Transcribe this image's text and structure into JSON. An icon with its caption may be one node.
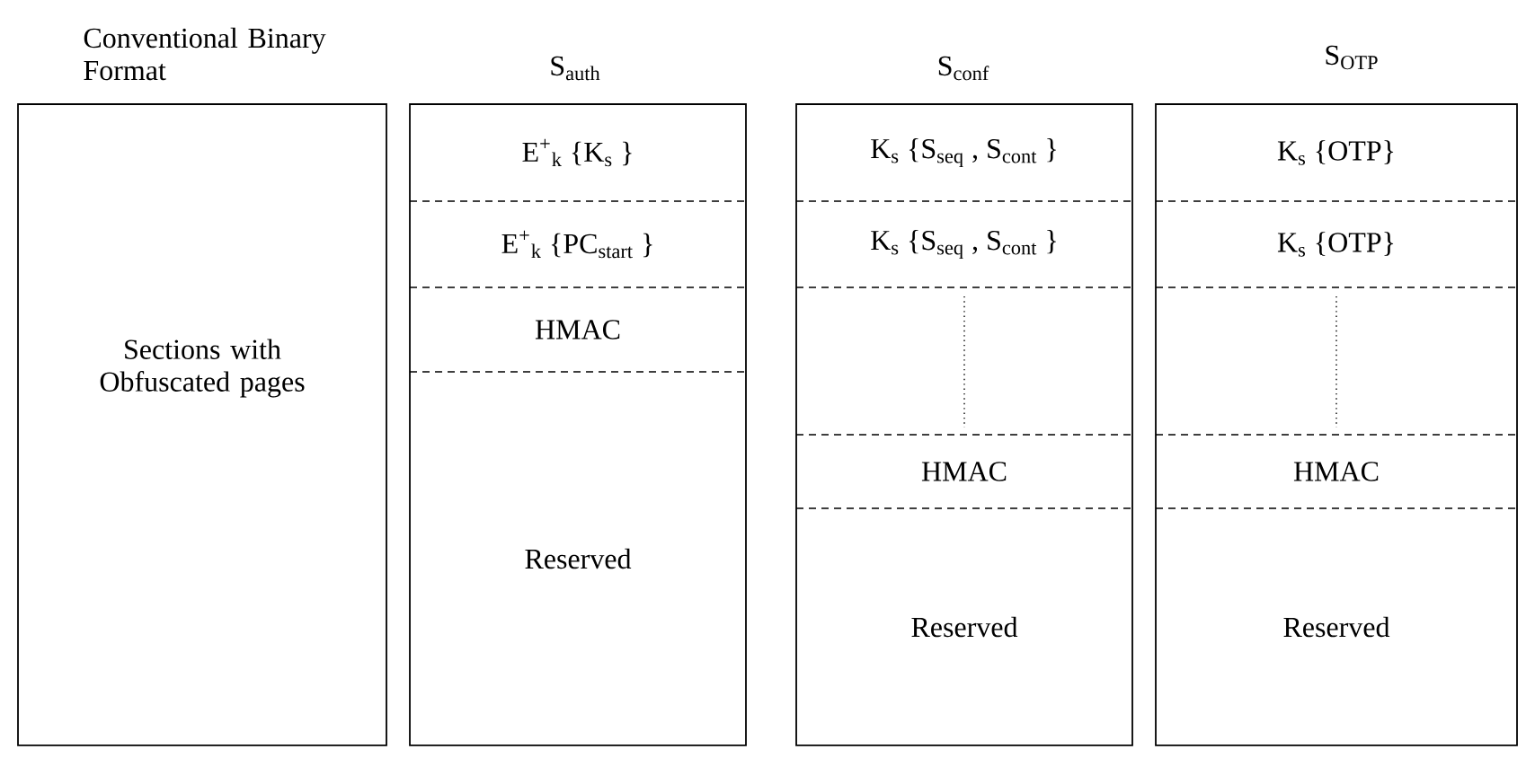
{
  "diagram": {
    "nodes": [
      {
        "text": [
          "Conventional Binary Format",
          "Sections with Obfuscated pages"
        ]
      },
      {
        "text": [
          "S$_{auth}$"
        ]
      },
      {
        "text": [
          "E$^{+}$$_{k}$ {K$_{s}$ }"
        ],
        "in": 1
      },
      {
        "text": [
          "E$^{+}$$_{k}$ {PC$_{start}$ }"
        ],
        "in": 1
      },
      {
        "text": [
          "HMAC"
        ],
        "in": 1
      },
      {
        "text": [
          "Reserved"
        ],
        "in": 1
      },
      {
        "text": [
          "S$_{conf}$"
        ]
      },
      {
        "text": [
          "K$_{s}$ {S$_{seq}$ , S$_{cont}$ }"
        ],
        "in": 6
      },
      {
        "text": [
          "K$_{s}$ {S$_{seq}$ , S$_{cont}$ }"
        ],
        "in": 6
      },
      {
        "text": [
          "HMAC"
        ],
        "in": 6
      },
      {
        "text": [
          "Reserved"
        ],
        "in": 6
      },
      {
        "text": [
          "S$_{OTP}$"
        ]
      },
      {
        "text": [
          "K$_{s}$ {OTP}"
        ],
        "in": 11
      },
      {
        "text": [
          "K$_{s}$ {OTP}"
        ],
        "in": 11
      },
      {
        "text": [
          "HMAC"
        ],
        "in": 11
      },
      {
        "text": [
          "Reserved"
        ],
        "in": 11
      }
    ]
  }
}
